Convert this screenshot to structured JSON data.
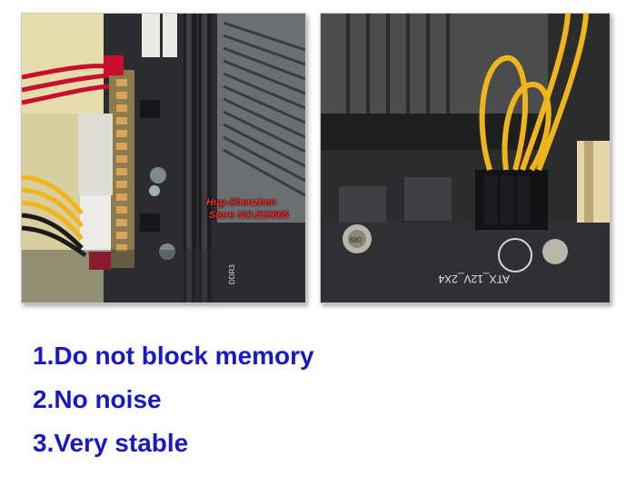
{
  "photos": {
    "left": {
      "watermark_line1": "Hug-Shenzhen",
      "watermark_line2": "Store NO.519665",
      "board_label": "DDR3"
    },
    "right": {
      "silkscreen": "ATX_12V_2X4",
      "cap_label": "680"
    }
  },
  "features": [
    "1.Do not block memory",
    "2.No noise",
    "3.Very stable"
  ],
  "colors": {
    "feature_text": "#1818c8",
    "watermark": "#ff2a2a",
    "wire_red": "#c8102e",
    "wire_yellow": "#f2b41b"
  }
}
